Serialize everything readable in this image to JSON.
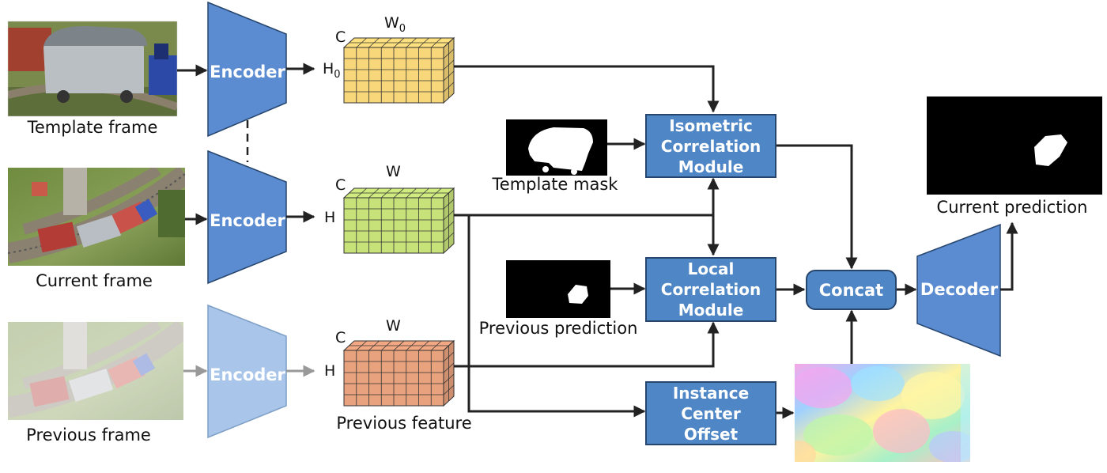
{
  "frames": {
    "template": "Template frame",
    "current": "Current frame",
    "previous": "Previous frame"
  },
  "encoder_label": "Encoder",
  "decoder_label": "Decoder",
  "features": {
    "template": {
      "c": "C",
      "w": "W",
      "w_sub": "0",
      "h": "H",
      "h_sub": "0"
    },
    "current": {
      "c": "C",
      "w": "W",
      "h": "H"
    },
    "previous": {
      "c": "C",
      "w": "W",
      "h": "H",
      "caption": "Previous feature"
    }
  },
  "modules": {
    "isometric": [
      "Isometric",
      "Correlation",
      "Module"
    ],
    "local": [
      "Local",
      "Correlation",
      "Module"
    ],
    "instance": [
      "Instance",
      "Center",
      "Offset"
    ],
    "concat": "Concat"
  },
  "masks": {
    "template": "Template mask",
    "previous": "Previous prediction",
    "current": "Current prediction"
  },
  "colors": {
    "encoder": "#5b8bd0",
    "encoder_faded": "#a9c6ea",
    "module": "#4f86c6",
    "template_feature": "#f7d77a",
    "current_feature": "#c8e27a",
    "previous_feature": "#e9a27e"
  }
}
